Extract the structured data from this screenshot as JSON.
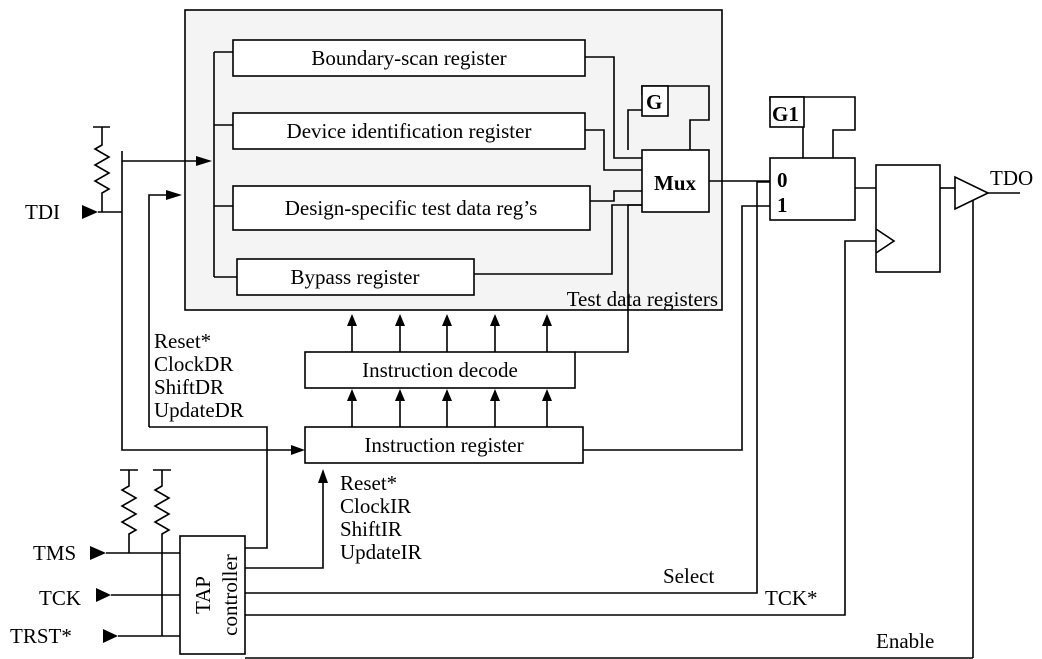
{
  "inputs": {
    "tdi": "TDI",
    "tms": "TMS",
    "tck": "TCK",
    "trst": "TRST*"
  },
  "output": "TDO",
  "test_data_registers": {
    "caption": "Test data registers",
    "boundary_scan": "Boundary-scan register",
    "device_id": "Device identification register",
    "design_specific": "Design-specific test data reg’s",
    "bypass": "Bypass register"
  },
  "mux": {
    "label": "Mux",
    "gate": "G"
  },
  "output_mux": {
    "gate": "G1",
    "in0": "0",
    "in1": "1"
  },
  "instruction_decode": "Instruction decode",
  "instruction_register": "Instruction register",
  "tap_controller": {
    "line1": "TAP",
    "line2": "controller"
  },
  "dr_signals": [
    "Reset*",
    "ClockDR",
    "ShiftDR",
    "UpdateDR"
  ],
  "ir_signals": [
    "Reset*",
    "ClockIR",
    "ShiftIR",
    "UpdateIR"
  ],
  "wire_labels": {
    "select": "Select",
    "tck_star": "TCK*",
    "enable": "Enable"
  }
}
